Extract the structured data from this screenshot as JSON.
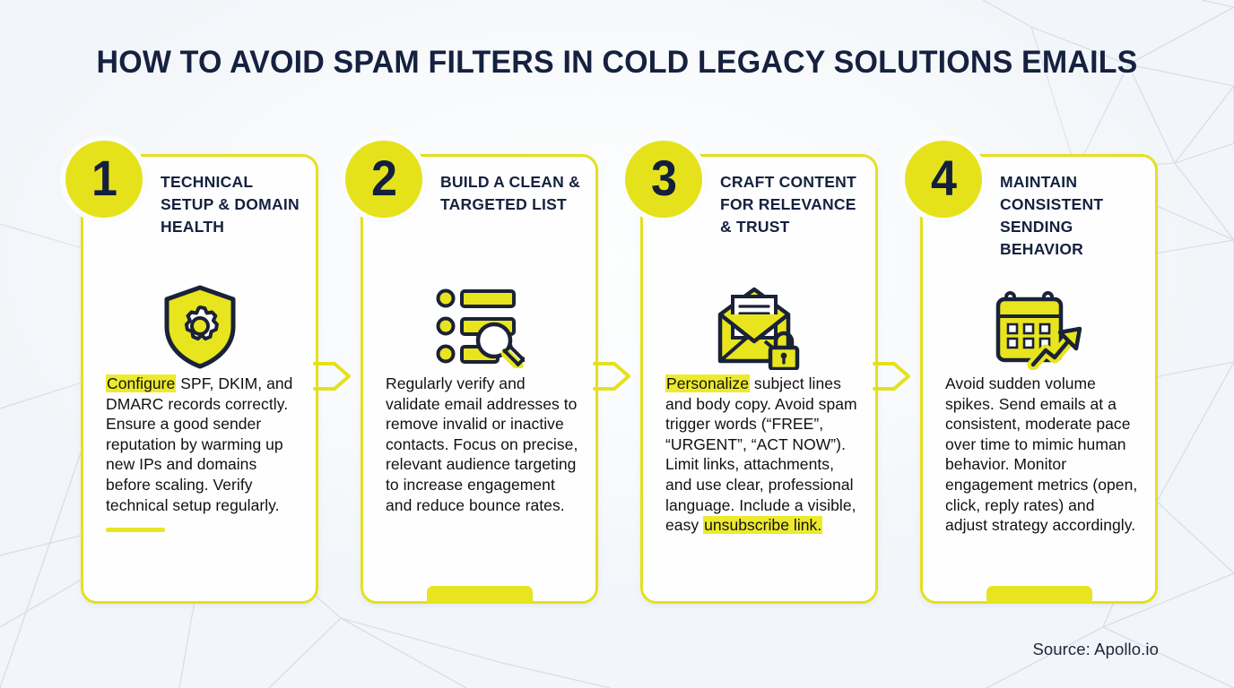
{
  "title": "HOW TO AVOID SPAM FILTERS IN COLD LEGACY SOLUTIONS EMAILS",
  "source": "Source: Apollo.io",
  "colors": {
    "yellow": "#e5e21c",
    "highlight": "#edea2e",
    "navy": "#15213f",
    "background": "#f2f5f9",
    "card_background": "#fefefe",
    "body_text": "#111111"
  },
  "steps": [
    {
      "number": "1",
      "heading": "TECHNICAL SETUP & DOMAIN HEALTH",
      "icon": "shield-gear-icon",
      "body_highlight": "Configure",
      "body_rest": " SPF, DKIM, and DMARC records correctly.\nEnsure a good sender reputation by warming up new IPs and domains before scaling. Verify technical setup regularly.",
      "body_highlight_end": "",
      "has_rule": true,
      "has_bottom_tab": false
    },
    {
      "number": "2",
      "heading": "BUILD A CLEAN & TARGETED LIST",
      "icon": "list-search-icon",
      "body_highlight": "",
      "body_rest": "Regularly verify and validate email addresses to remove invalid or inactive contacts. Focus on precise, relevant audience targeting to increase engagement and reduce bounce rates.",
      "body_highlight_end": "",
      "has_rule": false,
      "has_bottom_tab": true
    },
    {
      "number": "3",
      "heading": "CRAFT CONTENT FOR RELEVANCE & TRUST",
      "icon": "envelope-lock-icon",
      "body_highlight": "Personalize",
      "body_rest": " subject lines and body copy. Avoid spam trigger words (“FREE”, “URGENT”, “ACT NOW”). Limit links, attachments, and use clear, professional language. Include a visible, easy ",
      "body_highlight_end": "unsubscribe link.",
      "has_rule": false,
      "has_bottom_tab": false
    },
    {
      "number": "4",
      "heading": "MAINTAIN CONSISTENT SENDING BEHAVIOR",
      "icon": "calendar-trend-icon",
      "body_highlight": "",
      "body_rest": "Avoid sudden volume spikes. Send emails at a consistent, moderate pace over time to mimic human behavior. Monitor engagement metrics (open, click, reply rates) and adjust strategy accordingly.",
      "body_highlight_end": "",
      "has_rule": false,
      "has_bottom_tab": true
    }
  ],
  "connectors": [
    {
      "name": "arrow-step1-to-step2"
    },
    {
      "name": "arrow-step2-to-step3"
    },
    {
      "name": "arrow-step3-to-step4"
    }
  ]
}
